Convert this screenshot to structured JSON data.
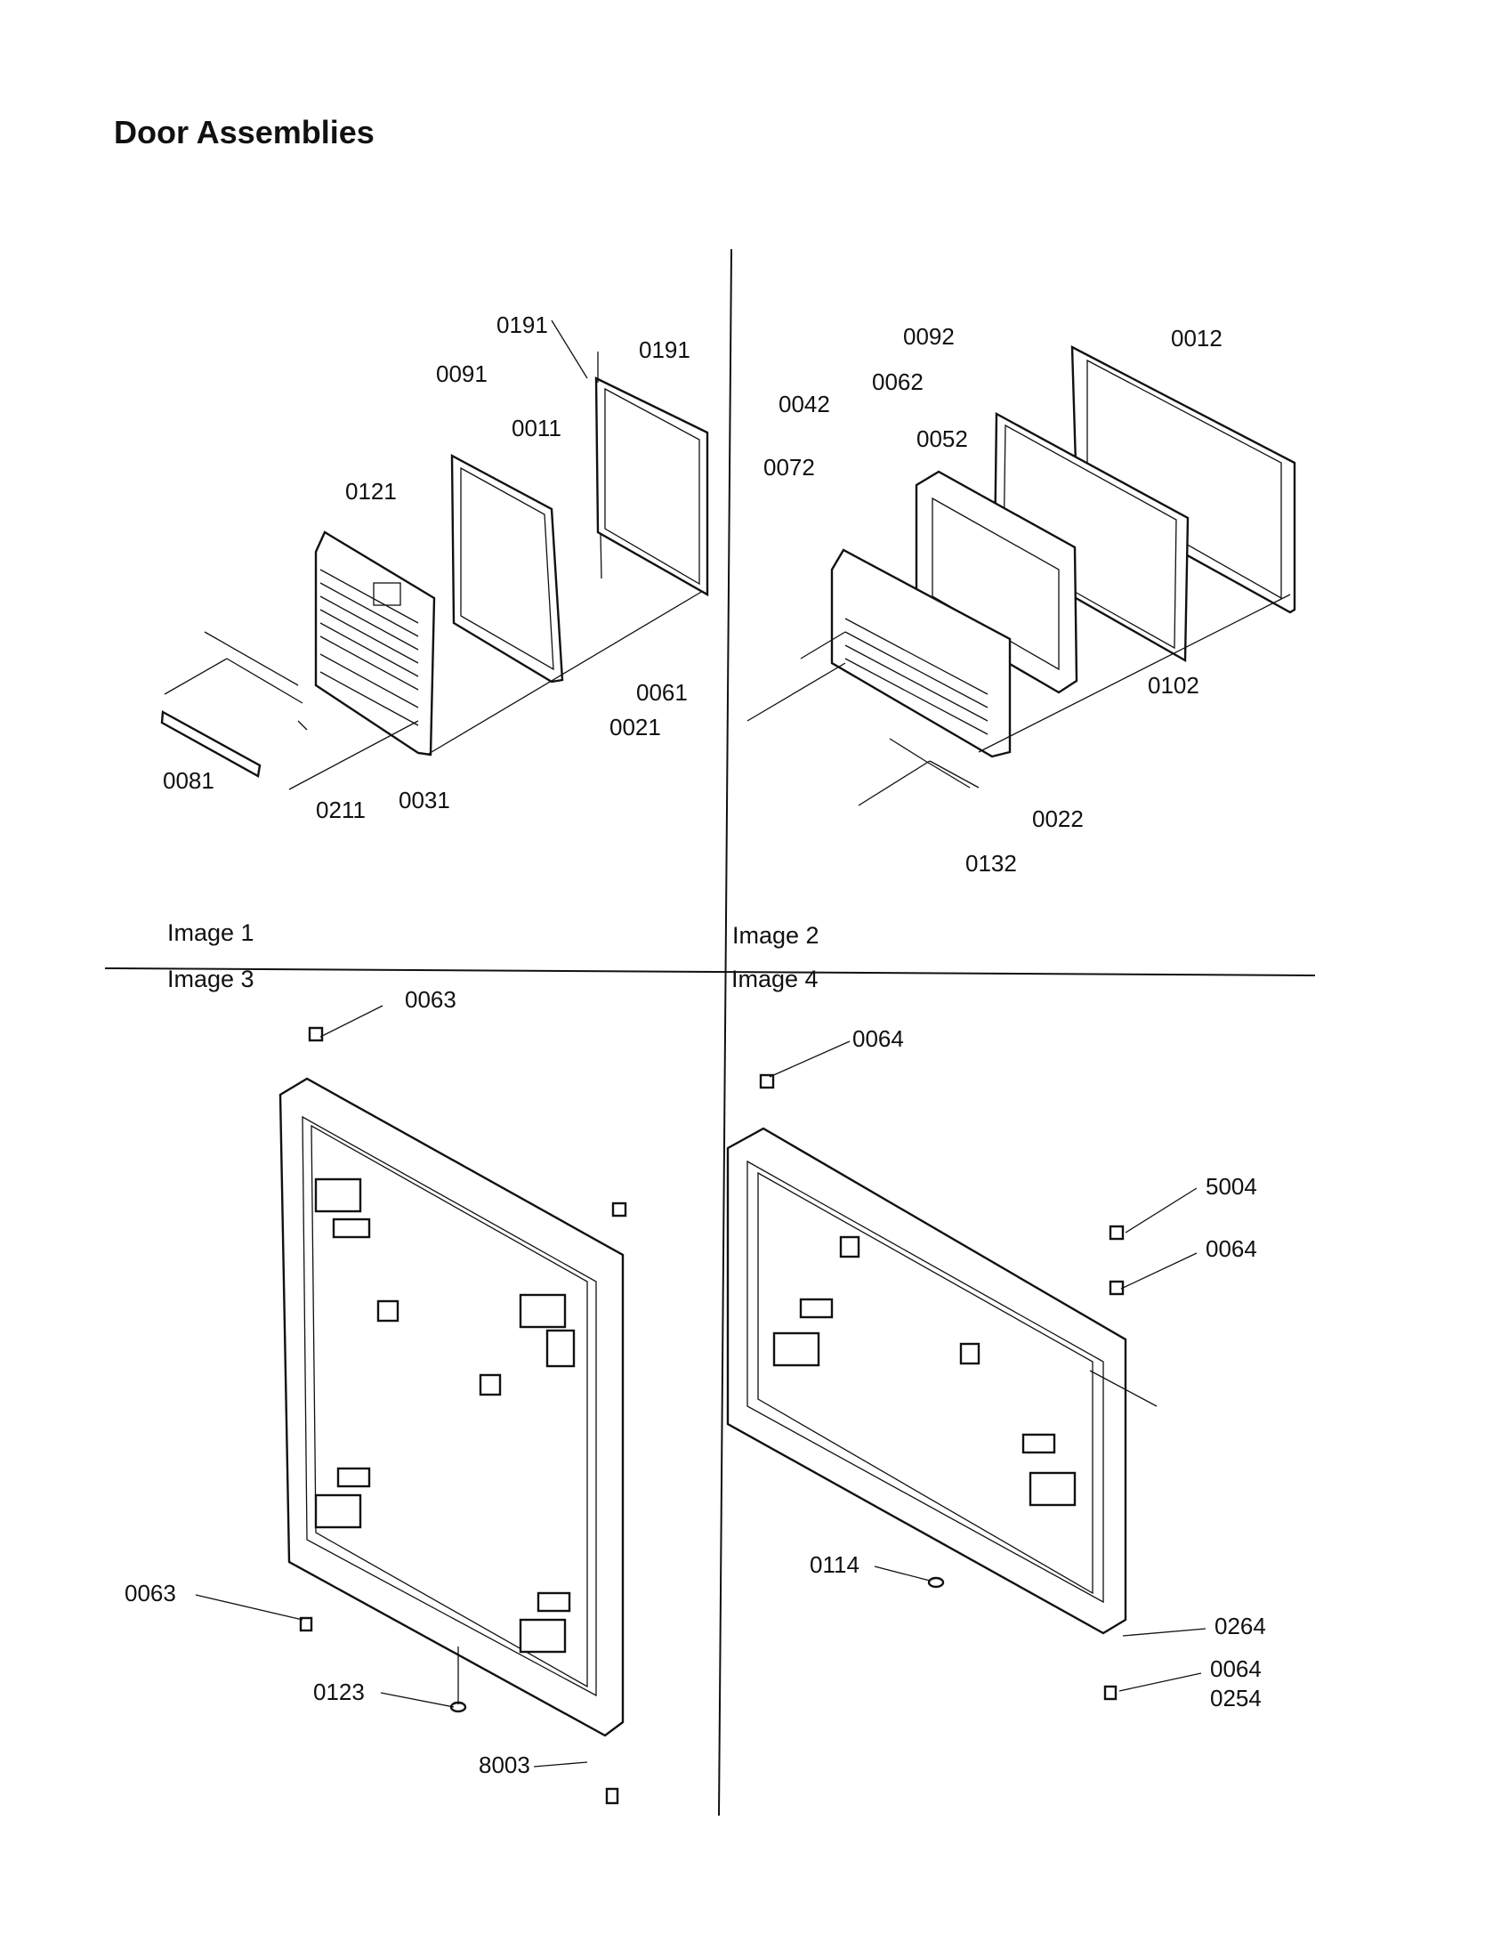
{
  "page": {
    "title": "Door Assemblies"
  },
  "images": [
    {
      "label": "Image 1",
      "callouts": [
        "0191",
        "0191",
        "0091",
        "0011",
        "0121",
        "0061",
        "0021",
        "0081",
        "0211",
        "0031"
      ]
    },
    {
      "label": "Image 2",
      "callouts": [
        "0092",
        "0012",
        "0062",
        "0042",
        "0052",
        "0072",
        "0102",
        "0022",
        "0132"
      ]
    },
    {
      "label": "Image 3",
      "callouts": [
        "0063",
        "0063",
        "0123",
        "8003"
      ]
    },
    {
      "label": "Image 4",
      "callouts": [
        "0064",
        "5004",
        "0064",
        "0114",
        "0264",
        "0064",
        "0254"
      ]
    }
  ]
}
